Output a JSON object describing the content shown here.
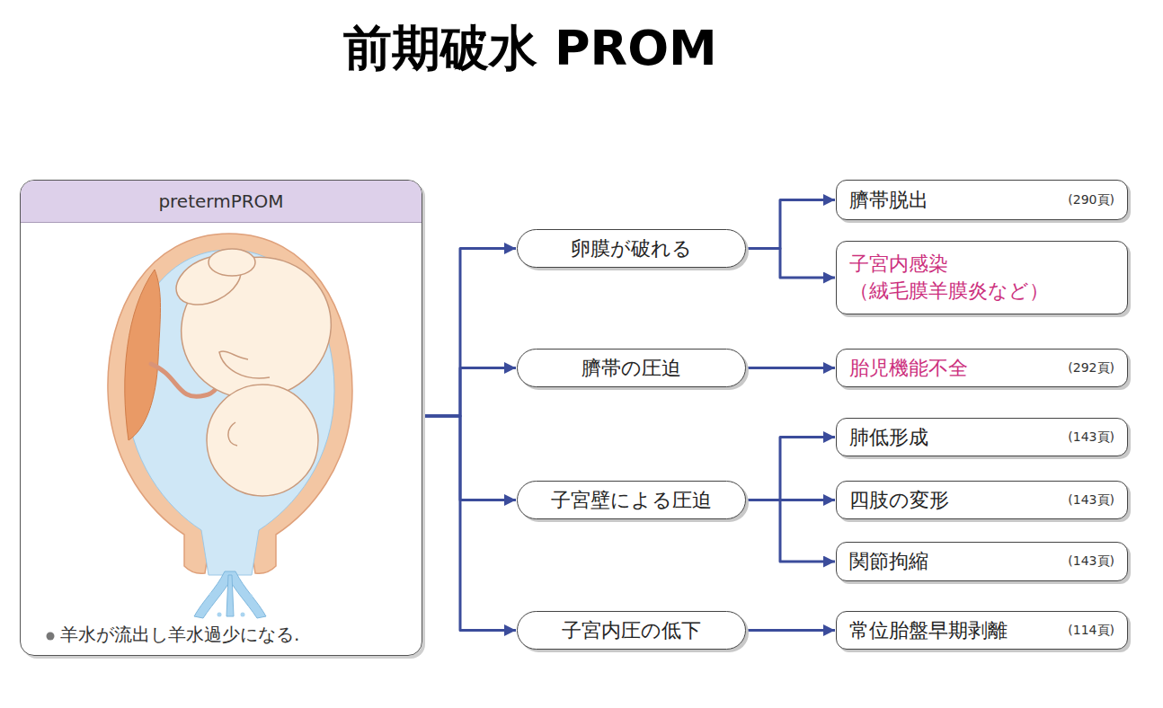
{
  "diagram": {
    "title": "前期破水 PROM",
    "nodes": [
      {
        "text": [
          "pretermPROM",
          "羊水が流出し羊水過少になる."
        ]
      },
      {
        "text": [
          "卵膜が破れる"
        ]
      },
      {
        "text": [
          "臍帯の圧迫"
        ]
      },
      {
        "text": [
          "子宮壁による圧迫"
        ]
      },
      {
        "text": [
          "子宮内圧の低下"
        ]
      },
      {
        "text": [
          "臍帯脱出",
          "(290頁)"
        ]
      },
      {
        "text": [
          "子宮内感染 （絨毛膜羊膜炎など）"
        ]
      },
      {
        "text": [
          "胎児機能不全",
          "(292頁)"
        ]
      },
      {
        "text": [
          "肺低形成",
          "(143頁)"
        ]
      },
      {
        "text": [
          "四肢の変形",
          "(143頁)"
        ]
      },
      {
        "text": [
          "関節拘縮",
          "(143頁)"
        ]
      },
      {
        "text": [
          "常位胎盤早期剥離",
          "(114頁)"
        ]
      }
    ],
    "edges": [
      {
        "from": 0,
        "to": 1,
        "arrow": "to"
      },
      {
        "from": 0,
        "to": 2,
        "arrow": "to"
      },
      {
        "from": 0,
        "to": 3,
        "arrow": "to"
      },
      {
        "from": 0,
        "to": 4,
        "arrow": "to"
      },
      {
        "from": 1,
        "to": 5,
        "arrow": "to"
      },
      {
        "from": 1,
        "to": 6,
        "arrow": "to"
      },
      {
        "from": 2,
        "to": 7,
        "arrow": "to"
      },
      {
        "from": 3,
        "to": 8,
        "arrow": "to"
      },
      {
        "from": 3,
        "to": 9,
        "arrow": "to"
      },
      {
        "from": 3,
        "to": 10,
        "arrow": "to"
      },
      {
        "from": 4,
        "to": 11,
        "arrow": "to"
      }
    ]
  }
}
